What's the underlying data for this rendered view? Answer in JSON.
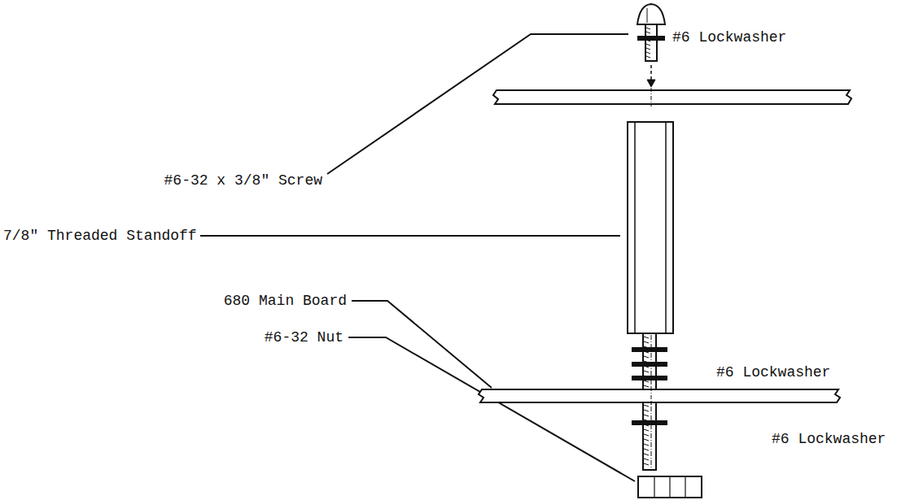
{
  "diagram": {
    "labels": [
      "#6-32 x 3/8\" Screw",
      "#6 Lockwasher",
      "7/8\" Threaded Standoff",
      "680 Main Board",
      "#6 Lockwasher",
      "#6-32 Nut",
      "#6 Lockwasher"
    ]
  }
}
